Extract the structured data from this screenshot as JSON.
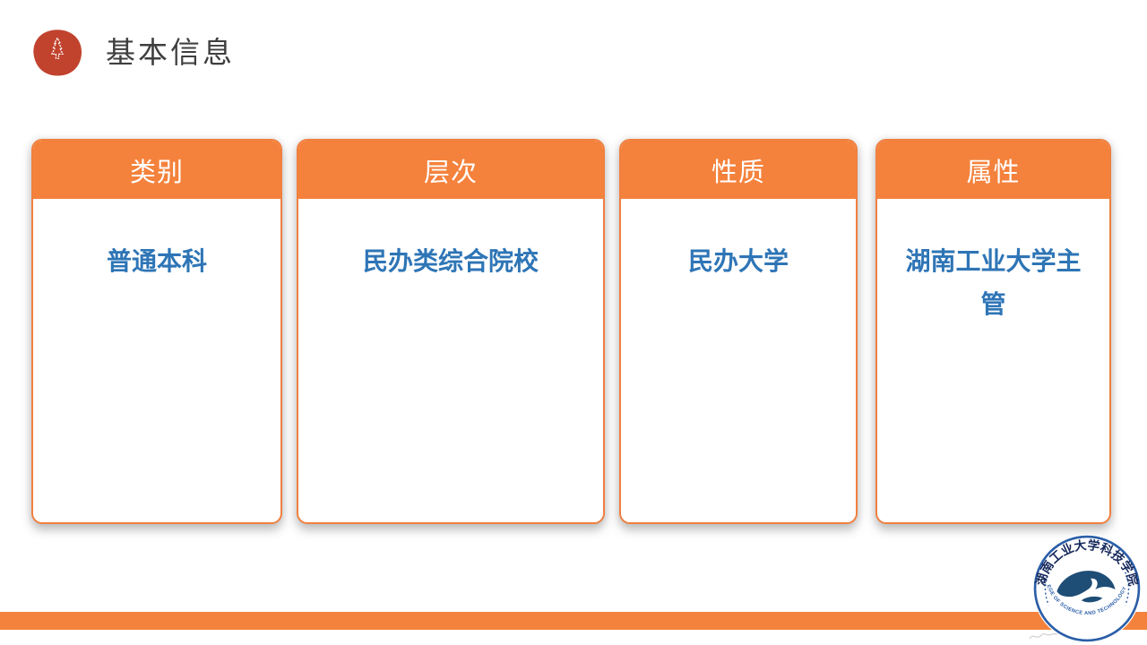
{
  "header": {
    "title": "基本信息",
    "icon": "pine-tree-icon"
  },
  "cards": [
    {
      "label": "类别",
      "value": "普通本科"
    },
    {
      "label": "层次",
      "value": "民办类综合院校"
    },
    {
      "label": "性质",
      "value": "民办大学"
    },
    {
      "label": "属性",
      "value": "湖南工业大学主管"
    }
  ],
  "logo": {
    "top_text": "湖南工业大学科技学院",
    "bottom_text": "COLLEGE OF SCIENCE AND TECHNOLOGY HNUT"
  },
  "colors": {
    "accent_orange": "#F4823C",
    "card_border_orange": "#F08040",
    "value_blue": "#2E75B6",
    "title_gray": "#3F3F3F",
    "icon_red": "#C1432E",
    "logo_ring_blue": "#2B5EA7",
    "logo_dark_blue": "#1E4D76",
    "logo_text_navy": "#16295C"
  }
}
